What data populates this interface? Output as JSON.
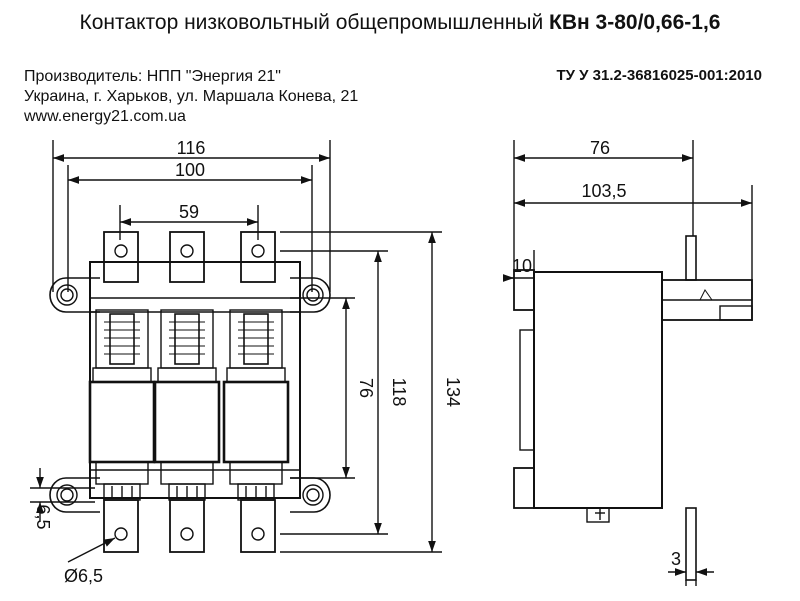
{
  "header": {
    "title_prefix": "Контактор низковольтный общепромышленный",
    "title_model": "КВн 3-80/0,66-1,6",
    "manufacturer": "Производитель: НПП \"Энергия 21\"",
    "address": "Украина, г. Харьков, ул. Маршала Конева, 21",
    "website": "www.energy21.com.ua",
    "standard": "ТУ У 31.2-36816025-001:2010"
  },
  "dimensions": {
    "width_overall": "116",
    "width_mount": "100",
    "pole_pitch": "59",
    "height_76": "76",
    "height_118": "118",
    "height_134": "134",
    "terminal_offset": "6,5",
    "hole_diameter": "Ø6,5",
    "side_width": "76",
    "side_depth": "103,5",
    "side_flange": "10",
    "terminal_thickness": "3"
  }
}
